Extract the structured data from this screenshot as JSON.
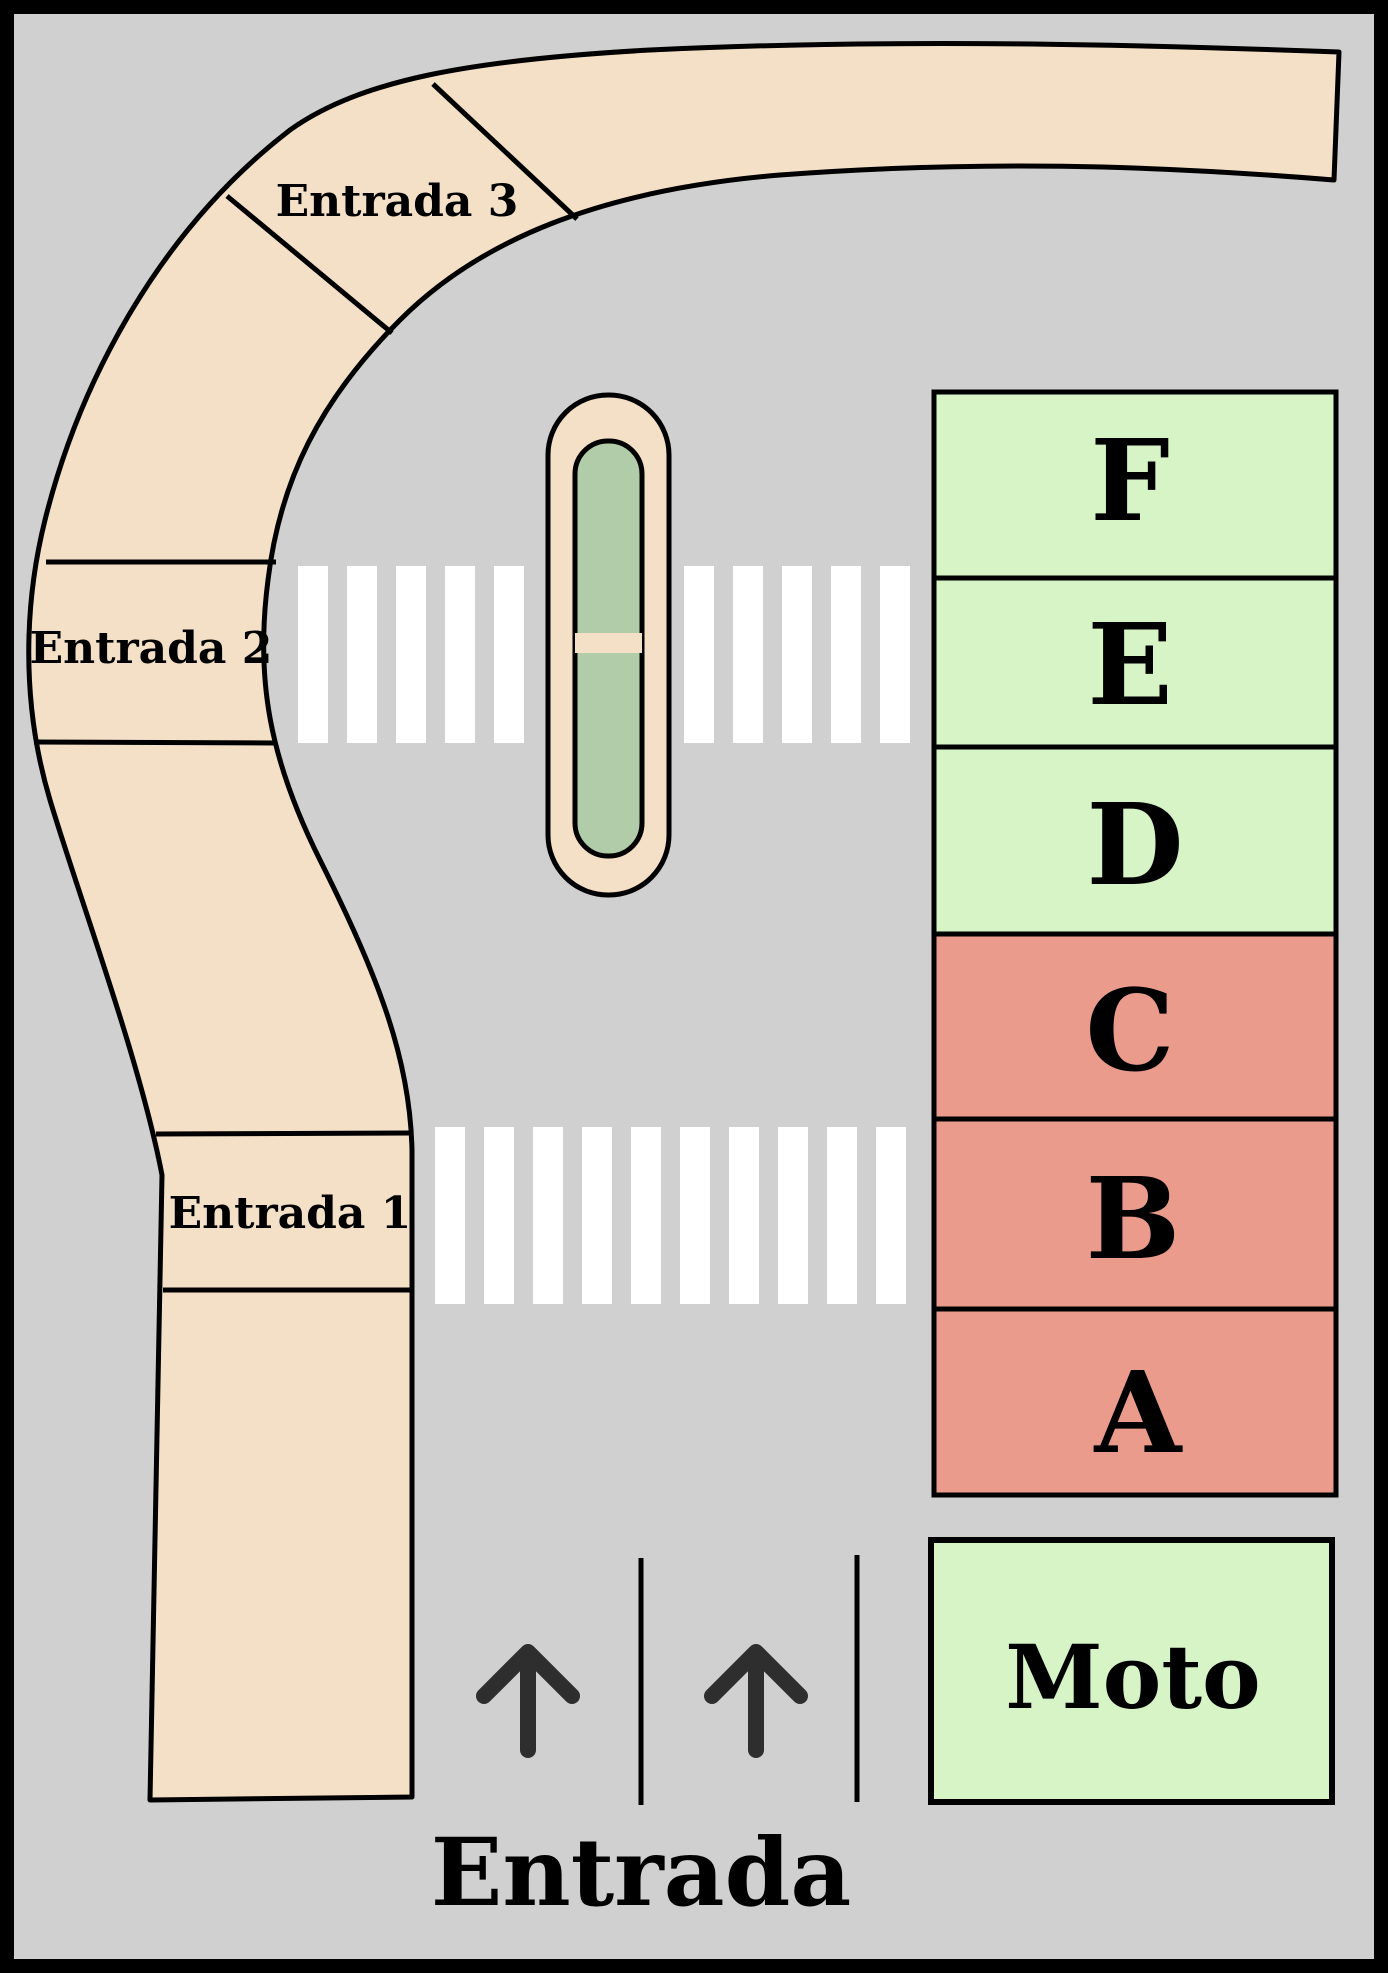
{
  "map": {
    "entrances": {
      "entrada_1": "Entrada 1",
      "entrada_2": "Entrada 2",
      "entrada_3": "Entrada 3"
    },
    "zones": [
      {
        "id": "F",
        "label": "F",
        "status": "available",
        "color": "#d6f4c6"
      },
      {
        "id": "E",
        "label": "E",
        "status": "available",
        "color": "#d6f4c6"
      },
      {
        "id": "D",
        "label": "D",
        "status": "available",
        "color": "#d6f4c6"
      },
      {
        "id": "C",
        "label": "C",
        "status": "occupied",
        "color": "#ea9b8c"
      },
      {
        "id": "B",
        "label": "B",
        "status": "occupied",
        "color": "#ea9b8c"
      },
      {
        "id": "A",
        "label": "A",
        "status": "occupied",
        "color": "#ea9b8c"
      }
    ],
    "moto": {
      "label": "Moto",
      "color": "#d6f4c6"
    },
    "main_entrance": "Entrada",
    "lane_arrows": [
      "arrow-up-icon",
      "arrow-up-icon"
    ],
    "colors": {
      "ground": "#d0d0d0",
      "sidewalk": "#f4e0c6",
      "median_planter": "#b0cca8",
      "crosswalk": "#ffffff",
      "arrow": "#2e2e2e"
    }
  }
}
